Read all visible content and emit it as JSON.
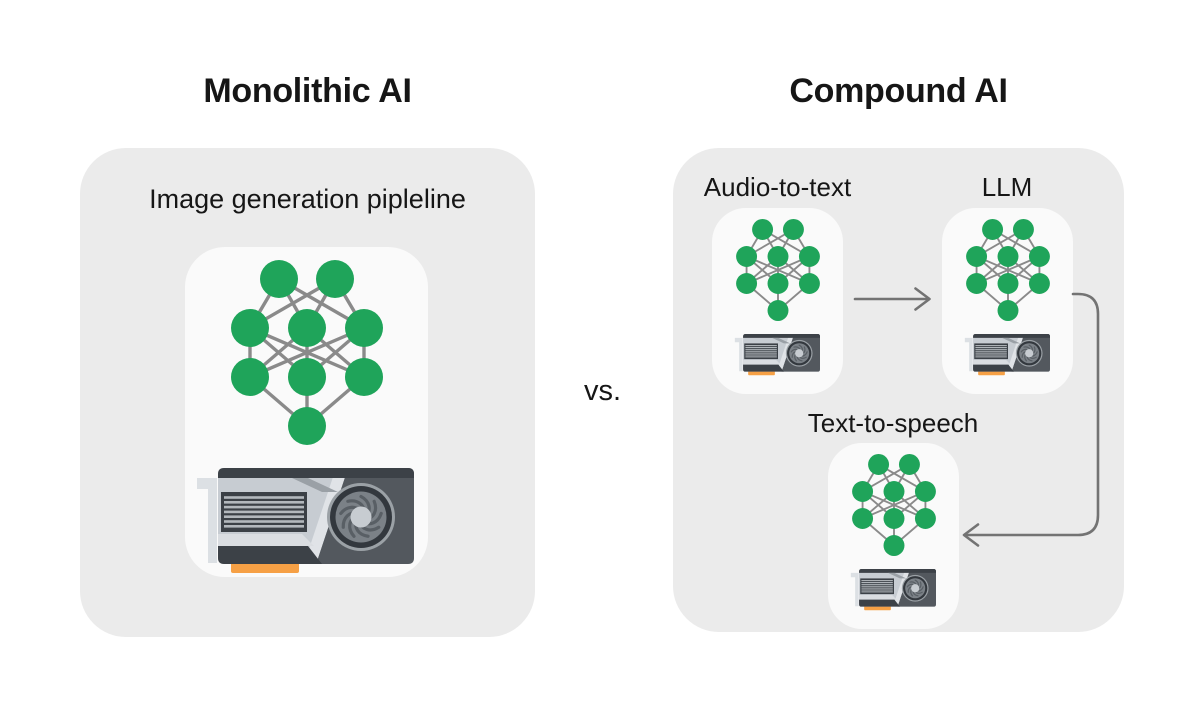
{
  "comparison": {
    "left": {
      "title": "Monolithic AI",
      "pipeline_label": "Image generation pipleline",
      "icons": [
        "neural-network-icon",
        "gpu-icon"
      ]
    },
    "versus_label": "vs.",
    "right": {
      "title": "Compound AI",
      "components": [
        {
          "label": "Audio-to-text",
          "icons": [
            "neural-network-icon",
            "gpu-icon"
          ]
        },
        {
          "label": "LLM",
          "icons": [
            "neural-network-icon",
            "gpu-icon"
          ]
        },
        {
          "label": "Text-to-speech",
          "icons": [
            "neural-network-icon",
            "gpu-icon"
          ]
        }
      ],
      "flow": [
        "Audio-to-text -> LLM",
        "LLM -> Text-to-speech"
      ]
    }
  },
  "colors": {
    "background": "#FFFFFF",
    "panel_gray": "#EBEBEB",
    "card_white": "#FAFAFA",
    "node_green": "#1FA45A",
    "connection_gray": "#8A8A8A",
    "arrow_gray": "#737373",
    "gpu_orange": "#F6A045",
    "text": "#161616"
  }
}
